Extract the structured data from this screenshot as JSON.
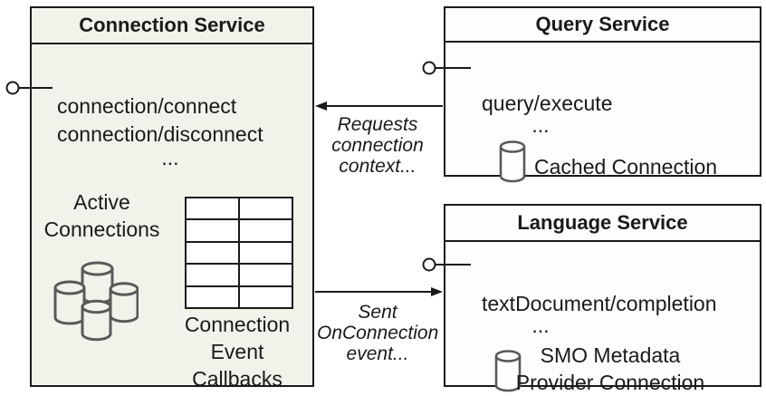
{
  "colors": {
    "connection_box_bg": "#f1f3ea",
    "service_box_bg": "#fdfdfd",
    "border": "#1a1a1a",
    "cylinder_stroke": "#595959"
  },
  "connection_service": {
    "title": "Connection Service",
    "method_1": "connection/connect",
    "method_2": "connection/disconnect",
    "ellipsis": "...",
    "active_connections_label": "Active\nConnections",
    "callbacks_label": "Connection\nEvent\nCallbacks"
  },
  "query_service": {
    "title": "Query Service",
    "method_1": "query/execute",
    "ellipsis": "...",
    "cached_connection_label": "Cached Connection"
  },
  "language_service": {
    "title": "Language Service",
    "method_1": "textDocument/completion",
    "ellipsis": "...",
    "smo_label": "SMO Metadata\nProvider Connection"
  },
  "arrows": {
    "requests_label": "Requests\nconnection\ncontext...",
    "sent_label": "Sent\nOnConnection\nevent..."
  }
}
